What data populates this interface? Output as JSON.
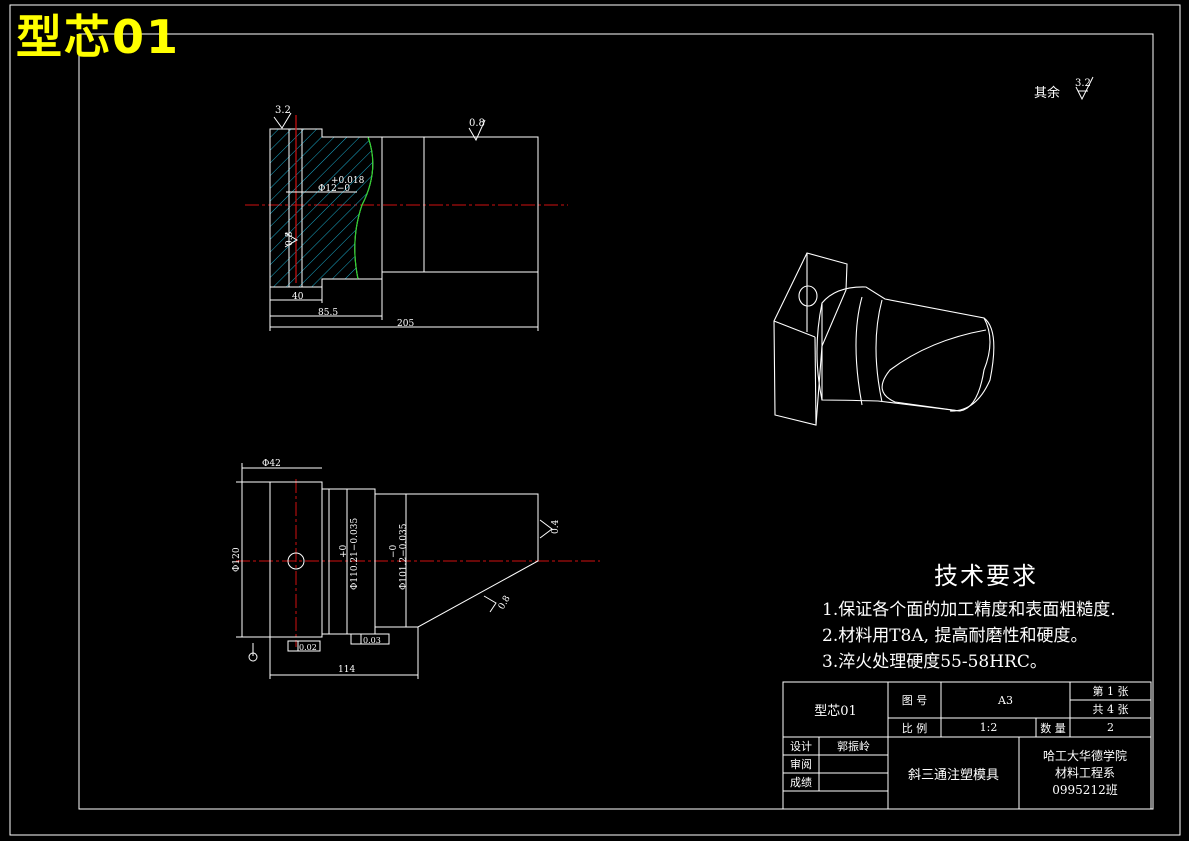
{
  "title": "型芯01",
  "roughness_note": {
    "label": "其余",
    "value": "3.2"
  },
  "top_view": {
    "surface_roughness": [
      "3.2",
      "0.8",
      "0.8"
    ],
    "tolerance_upper": "+0.018",
    "hole_dim": "Φ12−0",
    "dims": [
      "40",
      "85.5",
      "205"
    ]
  },
  "bottom_view": {
    "dims": [
      "Φ42",
      "Φ120",
      "Φ110.21−0.035",
      "Φ101.2−0.035",
      "114"
    ],
    "tol_plus": "+0",
    "tol_plus_2": "−0",
    "surface_roughness": [
      "0.4",
      "0.8"
    ],
    "geo_tol": [
      "0.02",
      "0.03"
    ]
  },
  "tech_requirements": {
    "title": "技术要求",
    "items": [
      "1.保证各个面的加工精度和表面粗糙度.",
      "2.材料用T8A, 提高耐磨性和硬度。",
      "3.淬火处理硬度55-58HRC。"
    ]
  },
  "title_block": {
    "part_name": "型芯01",
    "drawing_no_label": "图 号",
    "drawing_no": "A3",
    "sheet": "第 1 张",
    "total": "共 4 张",
    "scale_label": "比 例",
    "scale": "1:2",
    "qty_label": "数 量",
    "qty": "2",
    "design_label": "设计",
    "designer": "郭振岭",
    "review_label": "审阅",
    "grade_label": "成绩",
    "project": "斜三通注塑模具",
    "org_line1": "哈工大华德学院",
    "org_line2": "材料工程系",
    "org_line3": "0995212班"
  }
}
